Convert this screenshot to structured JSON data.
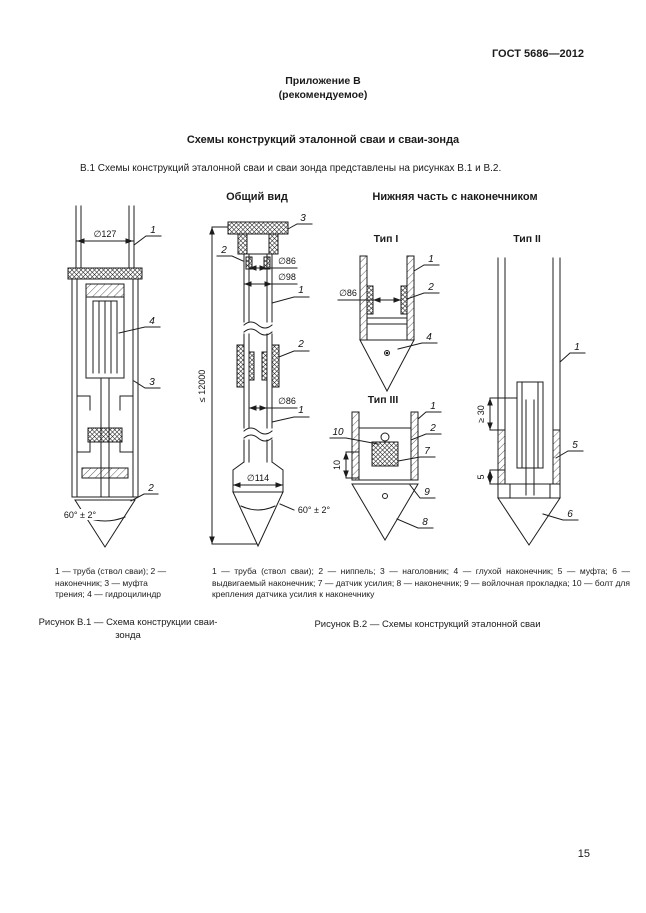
{
  "doc": {
    "header": "ГОСТ 5686—2012",
    "appendix": {
      "line1": "Приложение В",
      "line2": "(рекомендуемое)"
    },
    "title": "Схемы конструкций эталонной сваи и сваи-зонда",
    "intro": "В.1 Схемы конструкций эталонной сваи и сваи зонда представлены на рисунках В.1 и В.2.",
    "page_number": "15"
  },
  "drawing": {
    "titles": {
      "general": "Общий вид",
      "lower": "Нижняя часть с наконечником",
      "type1": "Тип I",
      "type2": "Тип II",
      "type3": "Тип III"
    },
    "dims": {
      "d127": "∅127",
      "d86": "∅86",
      "d98": "∅98",
      "d114": "∅114",
      "len12000": "≤ 12000",
      "angle": "60° ± 2°",
      "ge30": "≥ 30",
      "five": "5",
      "ten": "10"
    },
    "callouts": {
      "n1": "1",
      "n2": "2",
      "n3": "3",
      "n4": "4",
      "n5": "5",
      "n6": "6",
      "n7": "7",
      "n8": "8",
      "n9": "9",
      "n10": "10"
    }
  },
  "fig1": {
    "legend": "1 — труба (ствол сваи); 2 — наконечник; 3 — муфта трения; 4 — гидроцилиндр",
    "caption": "Рисунок В.1 — Схема конструкции сваи-зонда"
  },
  "fig2": {
    "legend": "1 — труба (ствол сваи); 2 — ниппель; 3 — наголовник; 4 — глухой наконечник; 5 — муфта; 6 — выдвигаемый наконечник; 7 — датчик усилия; 8 — наконечник; 9 — войлочная прокладка; 10 — болт для крепления датчика усилия к наконечнику",
    "caption": "Рисунок В.2 — Схемы конструкций эталонной сваи"
  }
}
